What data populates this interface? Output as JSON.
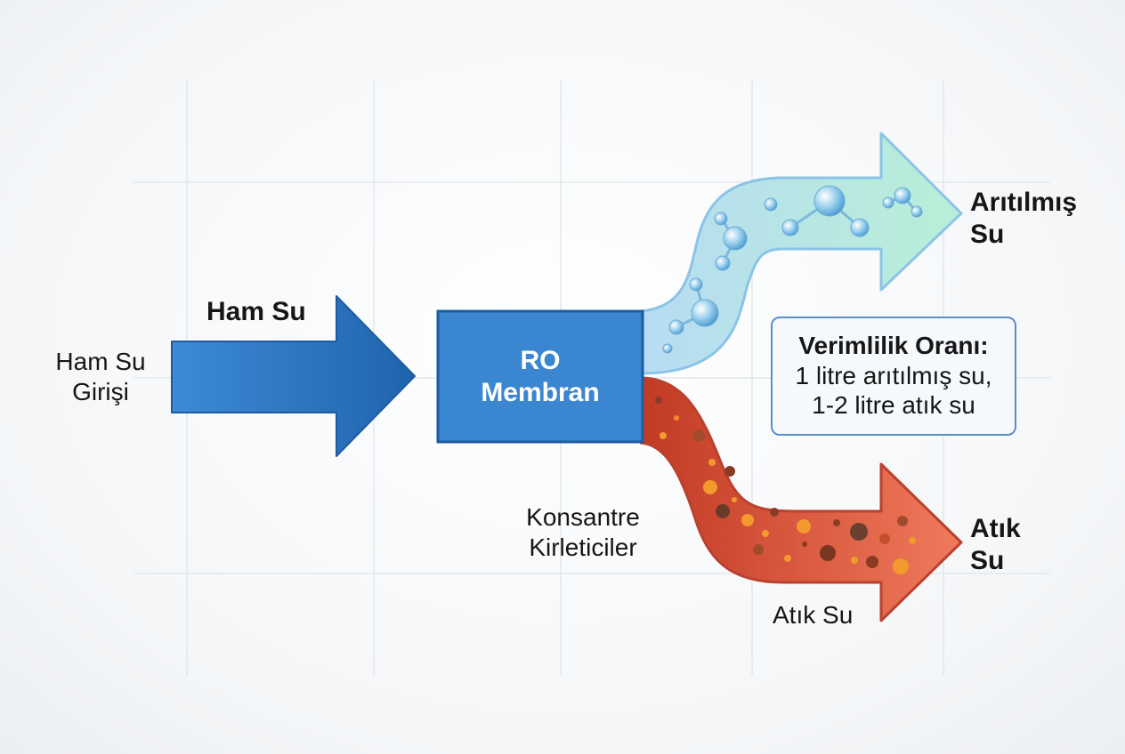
{
  "colors": {
    "raw_water": "#2f7cc9",
    "membrane": "#3b86d0",
    "purified": "#bfe6ef",
    "waste": "#d2543a",
    "box_border": "#5b8fc9"
  },
  "labels": {
    "inlet_line1": "Ham Su",
    "inlet_line2": "Girişi",
    "raw_arrow": "Ham Su",
    "membrane_line1": "RO",
    "membrane_line2": "Membran",
    "purified_line1": "Arıtılmış",
    "purified_line2": "Su",
    "waste_line1": "Atık",
    "waste_line2": "Su",
    "waste_small": "Atık Su",
    "concentrate_line1": "Konsantre",
    "concentrate_line2": "Kirleticiler"
  },
  "efficiency": {
    "title": "Verimlilik Oranı:",
    "line1": "1 litre arıtılmış su,",
    "line2": "1-2 litre atık su"
  }
}
